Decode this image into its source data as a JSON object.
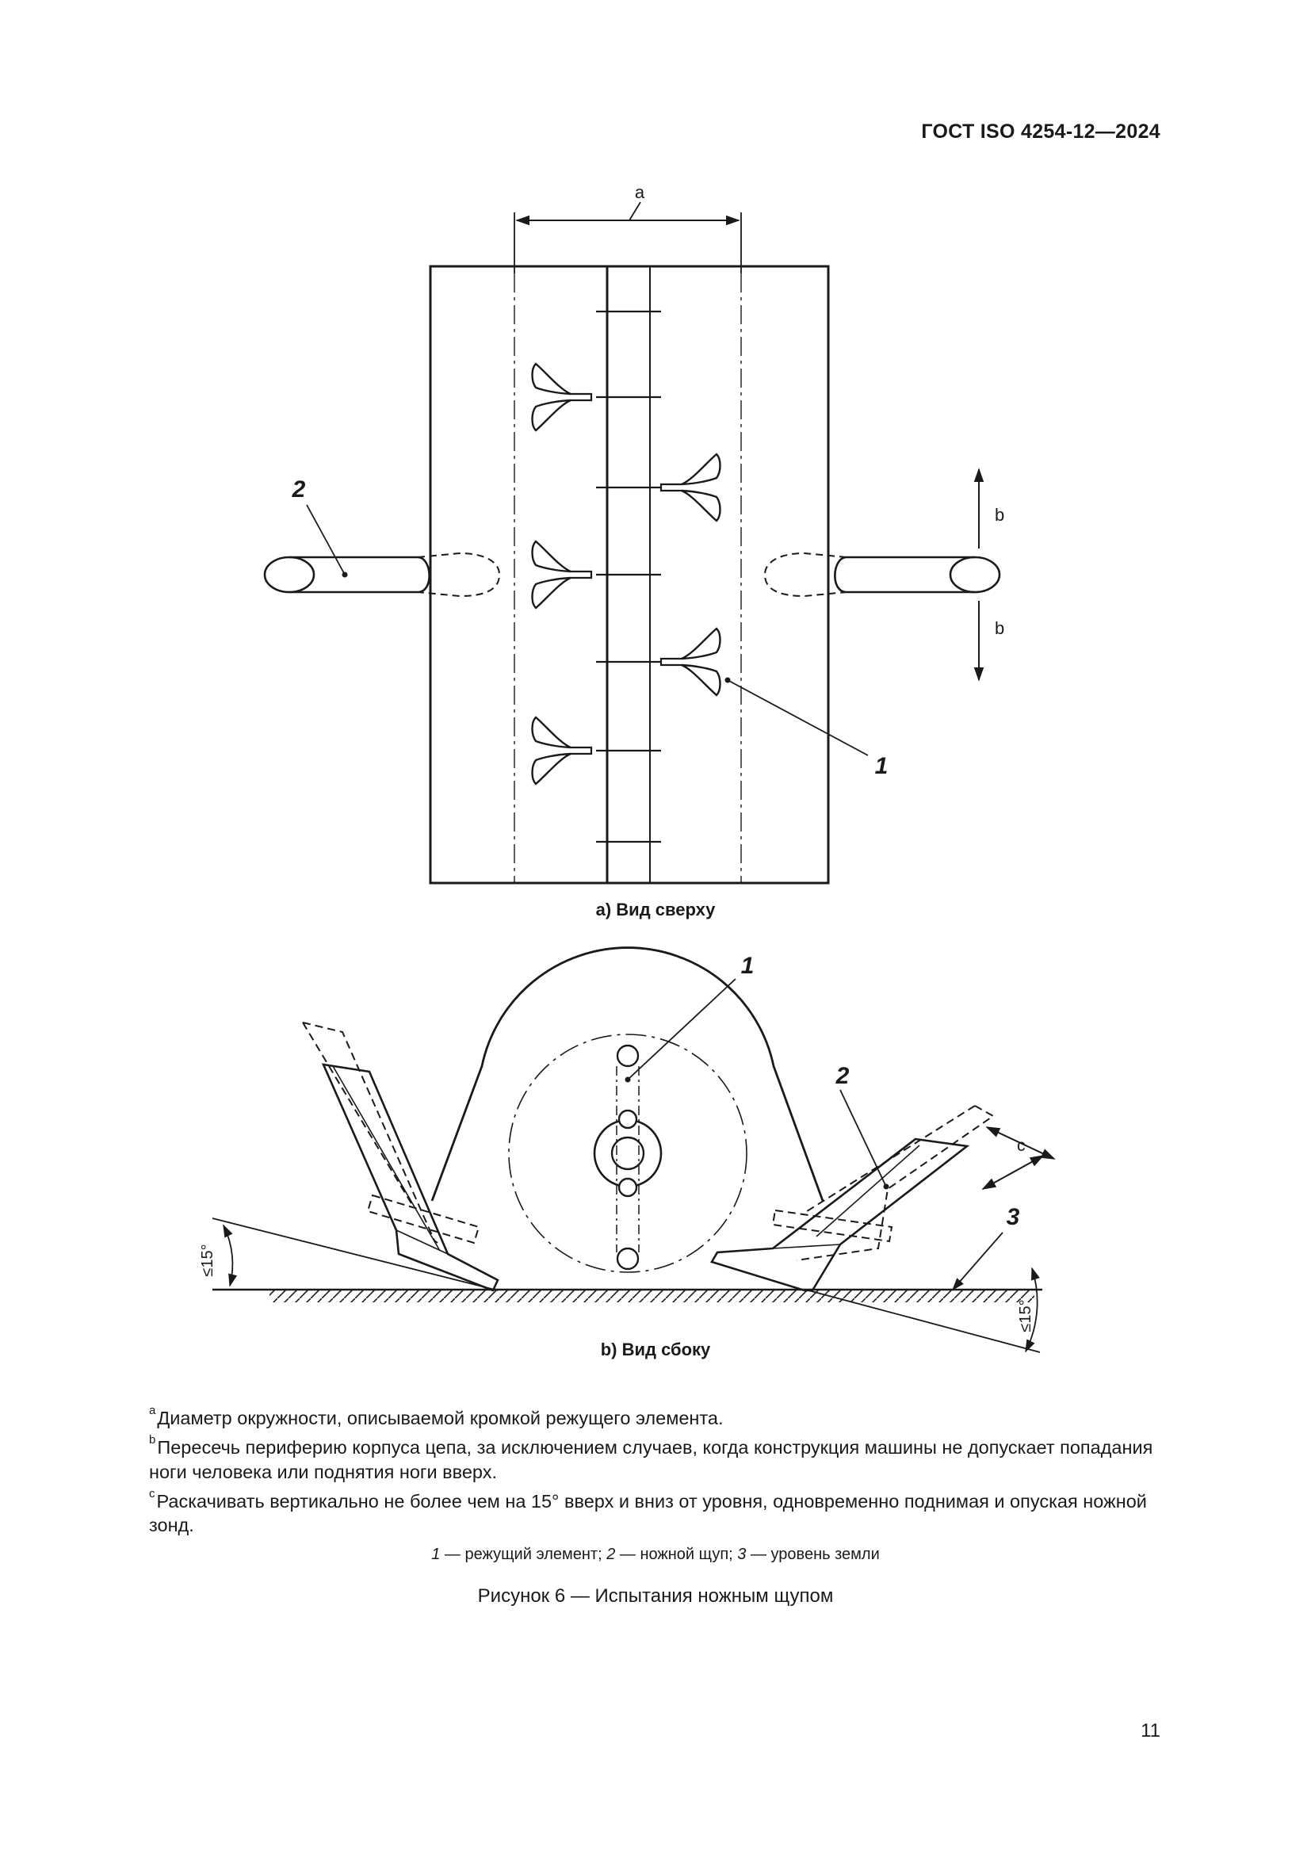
{
  "header": {
    "standard_id": "ГОСТ ISO 4254-12—2024"
  },
  "figure": {
    "view_a": {
      "caption": "а) Вид сверху",
      "labels": {
        "dimension_a": "a",
        "arrow_b_up": "b",
        "arrow_b_down": "b",
        "item_1": "1",
        "item_2": "2"
      }
    },
    "view_b": {
      "caption": "b) Вид сбоку",
      "labels": {
        "item_1": "1",
        "item_2": "2",
        "item_3": "3",
        "arrow_c": "c",
        "angle_left": "≤15°",
        "angle_right": "≤15°"
      }
    }
  },
  "notes": [
    {
      "marker": "a",
      "text": "Диаметр окружности, описываемой кромкой режущего элемента."
    },
    {
      "marker": "b",
      "text": "Пересечь периферию корпуса цепа, за исключением случаев, когда конструкция машины не допускает попадания ноги человека или поднятия ноги вверх."
    },
    {
      "marker": "c",
      "text": "Раскачивать вертикально не более чем на 15° вверх и вниз от уровня, одновременно поднимая и опуская ножной зонд."
    }
  ],
  "legend": {
    "items": [
      {
        "num": "1",
        "text": " — режущий элемент; "
      },
      {
        "num": "2",
        "text": " — ножной щуп; "
      },
      {
        "num": "3",
        "text": " — уровень земли"
      }
    ]
  },
  "figure_title": "Рисунок 6 — Испытания ножным щупом",
  "page_number": "11"
}
